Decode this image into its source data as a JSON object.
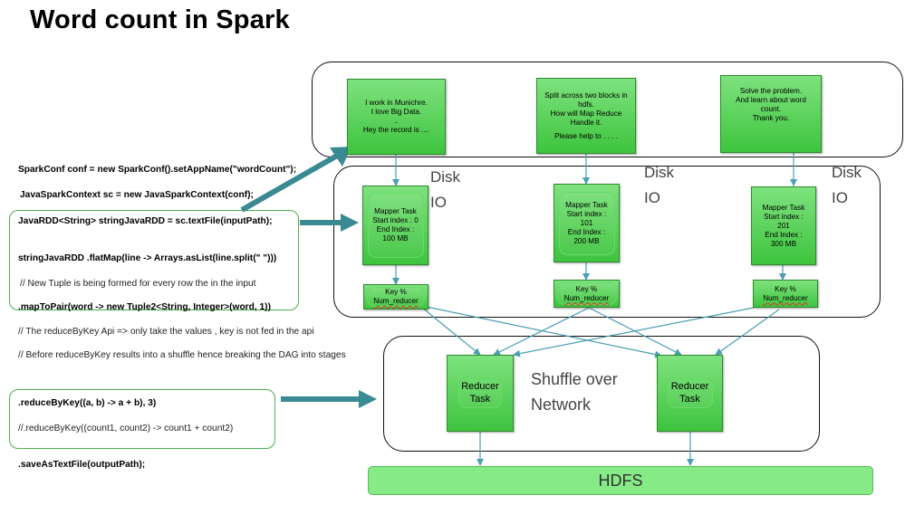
{
  "title": "Word count in Spark",
  "code": {
    "line1": "SparkConf conf = new SparkConf().setAppName(\"wordCount\");",
    "line2": "JavaSparkContext sc = new JavaSparkContext(conf);",
    "line3": "JavaRDD<String> stringJavaRDD = sc.textFile(inputPath);",
    "line4": "stringJavaRDD .flatMap(line -> Arrays.asList(line.split(\" \")))",
    "line5": "// New Tuple is being formed for every row the in the input",
    "line6": ".mapToPair(word -> new Tuple2<String, Integer>(word, 1))",
    "line7": "// The reduceByKey Api => only take the values , key is not fed in the api",
    "line8": "// Before reduceByKey results into a shuffle hence breaking the DAG into stages",
    "line9": ".reduceByKey((a, b) -> a + b), 3)",
    "line10": "//.reduceByKey((count1, count2) -> count1 + count2)",
    "line11": ".saveAsTextFile(outputPath);"
  },
  "input_blocks": [
    {
      "lines": [
        "I work in Munichre.",
        "I love Big Data.",
        "..",
        "Hey the record is ...."
      ]
    },
    {
      "lines": [
        "Split across two blocks in",
        "hdfs.",
        "How will Map Reduce",
        "Handle it.",
        "",
        "Please help to . . . ."
      ]
    },
    {
      "lines": [
        "Solve the problem.",
        "And learn about word",
        "count.",
        "Thank you."
      ]
    }
  ],
  "mappers": [
    {
      "lines": [
        "Mapper Task",
        "Start index : 0",
        "End Index :",
        "100 MB"
      ]
    },
    {
      "lines": [
        "Mapper Task",
        "Start index :",
        "101",
        "End Index :",
        "200 MB"
      ]
    },
    {
      "lines": [
        "Mapper Task",
        "Start index :",
        "201",
        "End Index :",
        "300 MB"
      ]
    }
  ],
  "disk_io": {
    "line1": "Disk",
    "line2": "IO"
  },
  "key_box": {
    "line1": "Key %",
    "line2": "Num_reducer"
  },
  "reducer": {
    "line1": "Reducer",
    "line2": "Task"
  },
  "shuffle": {
    "line1": "Shuffle over",
    "line2": "Network"
  },
  "hdfs": "HDFS",
  "colors": {
    "arrow_dark": "#3a8a94",
    "arrow_thin": "#4a9fb0",
    "block_green": "#5ad05a",
    "hdfs_green": "#86ea86"
  }
}
